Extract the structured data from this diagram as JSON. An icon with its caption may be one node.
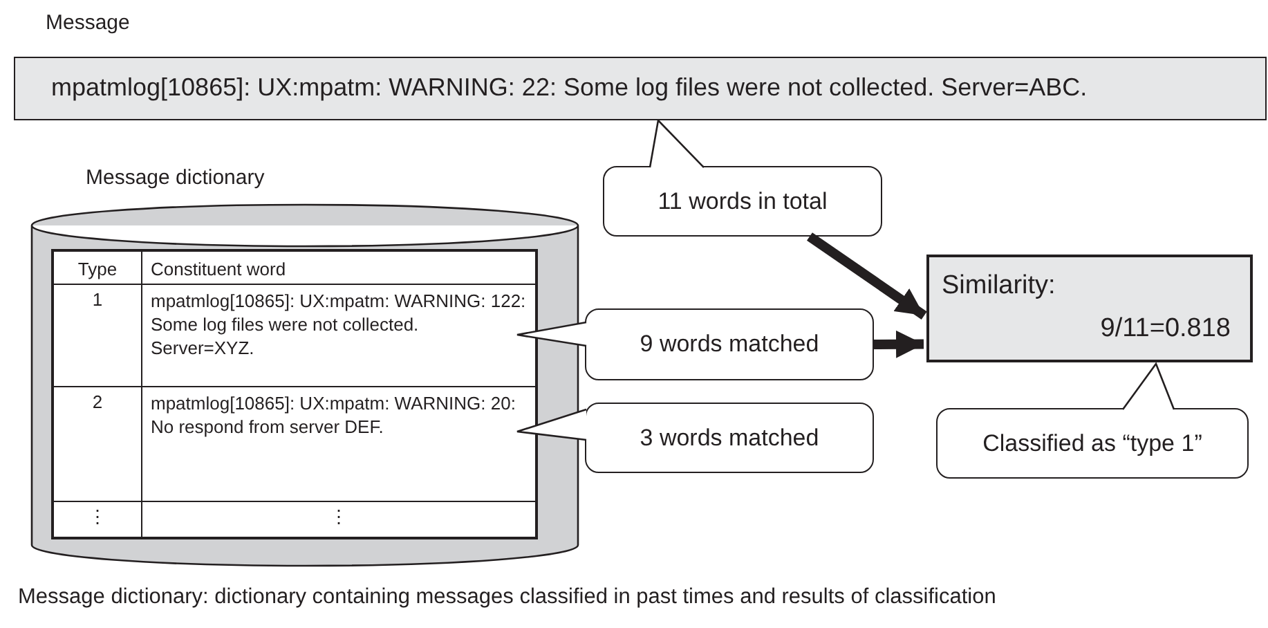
{
  "diagram": {
    "caption": "Message dictionary: dictionary containing messages classified in past times and results of classification",
    "nodes": [
      {
        "text": [
          "Message",
          "mpatmlog[10865]: UX:mpatm: WARNING: 22: Some log files were not collected. Server=ABC."
        ]
      },
      {
        "text": [
          "11 words in total"
        ]
      },
      {
        "text": [
          "Message dictionary"
        ]
      },
      {
        "text": [
          "1",
          "mpatmlog[10865]: UX:mpatm: WARNING: 122: Some log files were not collected. Server=XYZ."
        ],
        "in": 2
      },
      {
        "text": [
          "2",
          "mpatmlog[10865]: UX:mpatm: WARNING: 20: No respond from server DEF."
        ],
        "in": 2
      },
      {
        "text": [
          "9 words matched"
        ]
      },
      {
        "text": [
          "3 words matched"
        ]
      },
      {
        "text": [
          "Similarity:",
          "9/11=0.818"
        ]
      },
      {
        "text": [
          "Classified as “type 1”"
        ]
      }
    ],
    "edges": [
      {
        "from": 1,
        "to": 7,
        "arrow": "to"
      },
      {
        "from": 5,
        "to": 7,
        "arrow": "to"
      }
    ],
    "labels": [
      "Type",
      "Constituent word",
      "⋮",
      "⋮"
    ]
  }
}
